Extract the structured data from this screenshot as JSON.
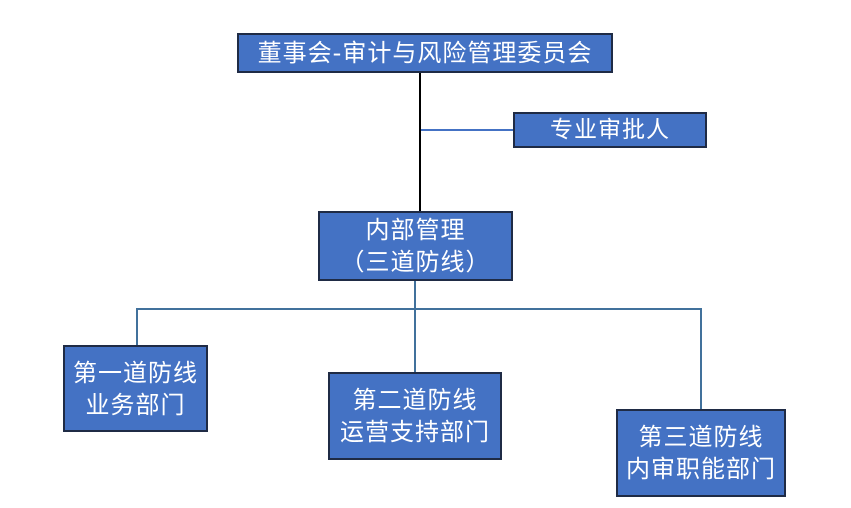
{
  "diagram": {
    "type": "org-flowchart",
    "background_color": "#ffffff",
    "node_fill_color": "#4472C4",
    "node_border_color": "#1f2b45",
    "node_text_color": "#ffffff",
    "connector_black_color": "#000000",
    "connector_blue_color": "#4472C4",
    "connector_steel_color": "#41719C",
    "nodes": {
      "board": {
        "label": "董事会-审计与风险管理委员会"
      },
      "approver": {
        "label": "专业审批人"
      },
      "internal": {
        "line1": "内部管理",
        "line2": "（三道防线）"
      },
      "defense1": {
        "line1": "第一道防线",
        "line2": "业务部门"
      },
      "defense2": {
        "line1": "第二道防线",
        "line2": "运营支持部门"
      },
      "defense3": {
        "line1": "第三道防线",
        "line2": "内审职能部门"
      }
    }
  }
}
